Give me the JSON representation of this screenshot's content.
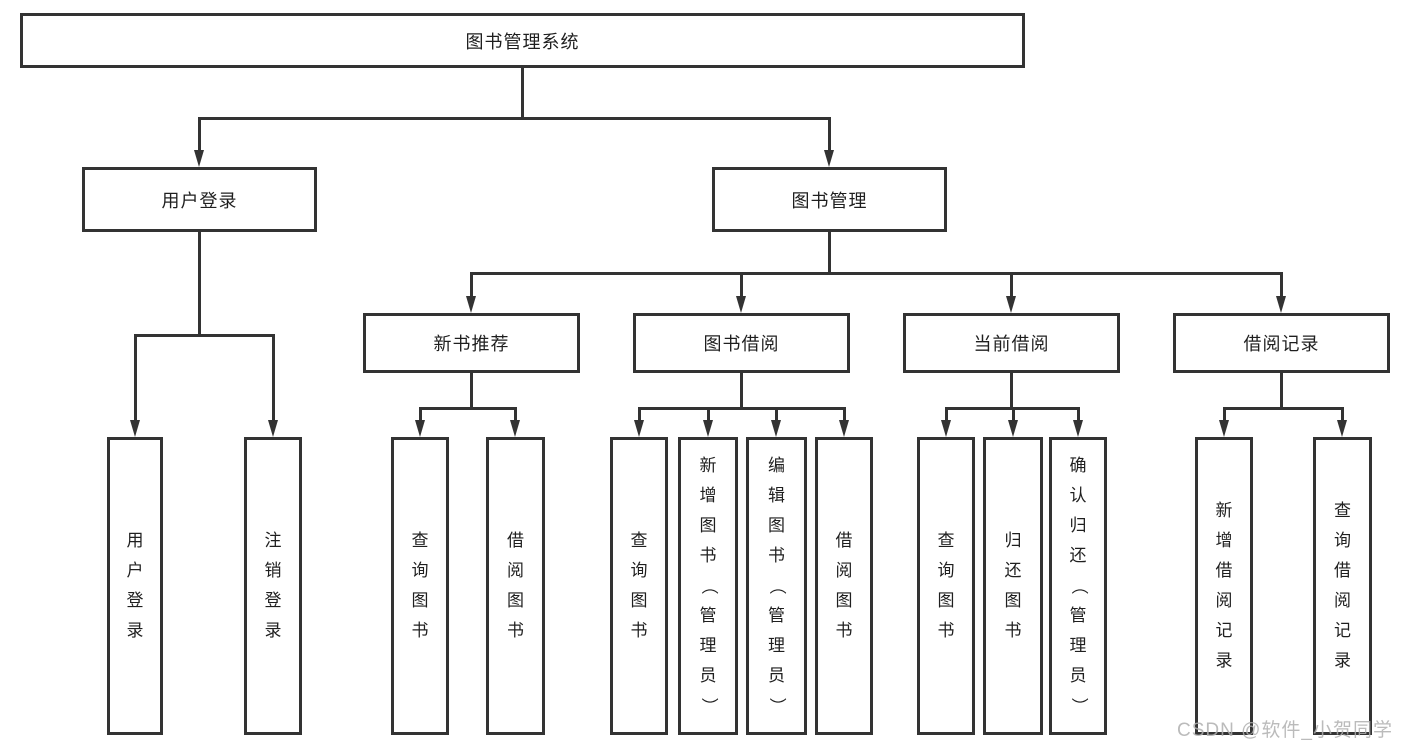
{
  "tree": {
    "label": "图书管理系统",
    "children": [
      {
        "label": "用户登录",
        "children": [
          {
            "label": "用户登录"
          },
          {
            "label": "注销登录"
          }
        ]
      },
      {
        "label": "图书管理",
        "children": [
          {
            "label": "新书推荐",
            "children": [
              {
                "label": "查询图书"
              },
              {
                "label": "借阅图书"
              }
            ]
          },
          {
            "label": "图书借阅",
            "children": [
              {
                "label": "查询图书"
              },
              {
                "label": "新增图书（管理员）"
              },
              {
                "label": "编辑图书（管理员）"
              },
              {
                "label": "借阅图书"
              }
            ]
          },
          {
            "label": "当前借阅",
            "children": [
              {
                "label": "查询图书"
              },
              {
                "label": "归还图书"
              },
              {
                "label": "确认归还（管理员）"
              }
            ]
          },
          {
            "label": "借阅记录",
            "children": [
              {
                "label": "新增借阅记录"
              },
              {
                "label": "查询借阅记录"
              }
            ]
          }
        ]
      }
    ]
  },
  "watermark": "CSDN @软件_小贺同学",
  "colors": {
    "line": "#333333",
    "text": "#1f1f1f",
    "background": "#ffffff",
    "watermark": "#b0b0b0"
  }
}
